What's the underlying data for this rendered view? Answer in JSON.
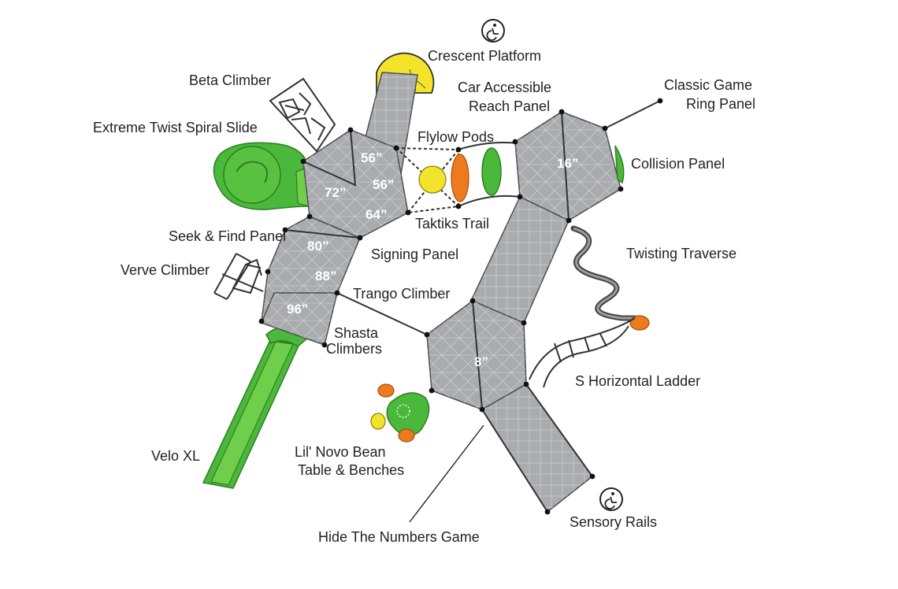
{
  "labels": {
    "crescent_platform": "Crescent Platform",
    "beta_climber": "Beta Climber",
    "car_accessible": "Car Accessible",
    "reach_panel": "Reach Panel",
    "classic_game": "Classic Game",
    "ring_panel": "Ring Panel",
    "extreme_twist": "Extreme Twist Spiral Slide",
    "flylow_pods": "Flylow Pods",
    "collision_panel": "Collision Panel",
    "taktiks_trail": "Taktiks Trail",
    "seek_find": "Seek & Find Panel",
    "signing_panel": "Signing Panel",
    "twisting_traverse": "Twisting Traverse",
    "verve_climber": "Verve Climber",
    "trango_climber": "Trango Climber",
    "shasta": "Shasta",
    "climbers": "Climbers",
    "s_horizontal": "S Horizontal Ladder",
    "velo_xl": "Velo XL",
    "lil_novo": "Lil' Novo Bean",
    "table_benches": "Table & Benches",
    "sensory_rails": "Sensory Rails",
    "hide_numbers": "Hide The Numbers Game"
  },
  "deck_heights": {
    "d56a": "56”",
    "d56b": "56”",
    "d72": "72”",
    "d64": "64”",
    "d80": "80”",
    "d88": "88”",
    "d96": "96”",
    "d16": "16”",
    "d8": "8”"
  },
  "icons": {
    "accessible": "wheelchair-accessible-icon"
  },
  "colors": {
    "deck_gray": "#a9abae",
    "slide_green": "#4ab83a",
    "pod_orange": "#ee7a1e",
    "pod_yellow": "#f3e32a"
  }
}
